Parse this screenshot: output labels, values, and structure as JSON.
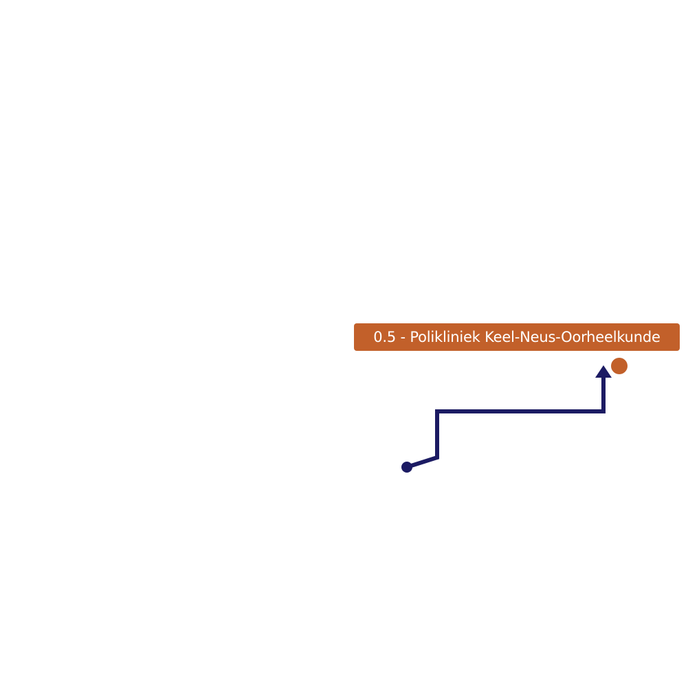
{
  "destination": {
    "label": "0.5 - Polikliniek Keel-Neus-Oorheelkunde",
    "color": "#C2602A",
    "text_color": "#FFFFFF",
    "marker": "destination-dot"
  },
  "route": {
    "color": "#1C1B63",
    "start_marker": "start-dot",
    "end_marker": "route-arrow-icon"
  }
}
